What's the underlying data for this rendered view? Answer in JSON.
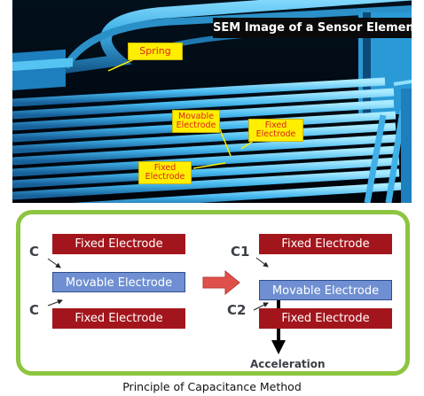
{
  "sem_image": {
    "title": "SEM Image of a Sensor Element",
    "labels": {
      "spring": "Spring",
      "movable_electrode": [
        "Movable",
        "Electrode"
      ],
      "fixed_electrode_right": [
        "Fixed",
        "Electrode"
      ],
      "fixed_electrode_left": [
        "Fixed",
        "Electrode"
      ]
    }
  },
  "diagram": {
    "left": {
      "fixed_top": "Fixed Electrode",
      "movable": "Movable Electrode",
      "fixed_bottom": "Fixed Electrode",
      "c_top": "C",
      "c_bottom": "C"
    },
    "right": {
      "fixed_top": "Fixed Electrode",
      "movable": "Movable Electrode",
      "fixed_bottom": "Fixed Electrode",
      "c1": "C1",
      "c2": "C2",
      "acceleration": "Acceleration"
    }
  },
  "caption": "Principle of Capacitance Method",
  "colors": {
    "frame": "#8cc53f",
    "fixed_electrode": "#a3151c",
    "movable_electrode": "#6f8fd2",
    "transition_arrow": "#e0504a",
    "sem_structure": "#3fb0e8",
    "label_fill": "#ffee00",
    "label_text": "#d22222"
  }
}
